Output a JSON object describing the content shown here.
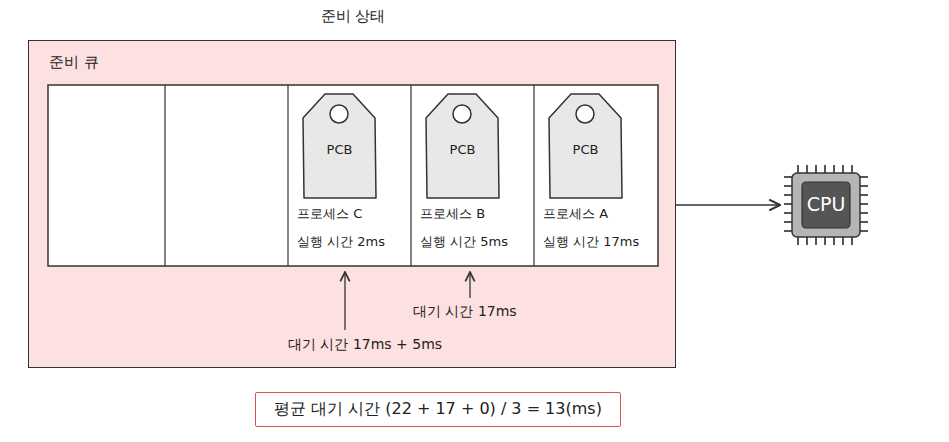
{
  "diagram": {
    "nodes": [
      {
        "text": [
          "준비 상태",
          "준비 큐"
        ]
      },
      {
        "text": [
          "PCB",
          "프로세스 C",
          "실행 시간 2ms"
        ],
        "in": 0
      },
      {
        "text": [
          "PCB",
          "프로세스 B",
          "실행 시간 5ms"
        ],
        "in": 0
      },
      {
        "text": [
          "PCB",
          "프로세스 A",
          "실행 시간 17ms"
        ],
        "in": 0
      },
      {
        "text": [
          "CPU"
        ]
      },
      {
        "text": [
          "평균 대기 시간 (22 + 17 + 0) / 3 = 13(ms)"
        ]
      }
    ],
    "edges": [
      {
        "from": 0,
        "to": 4,
        "arrow": "to"
      }
    ],
    "labels": [
      "대기 시간 17ms + 5ms",
      "대기 시간 17ms"
    ]
  }
}
